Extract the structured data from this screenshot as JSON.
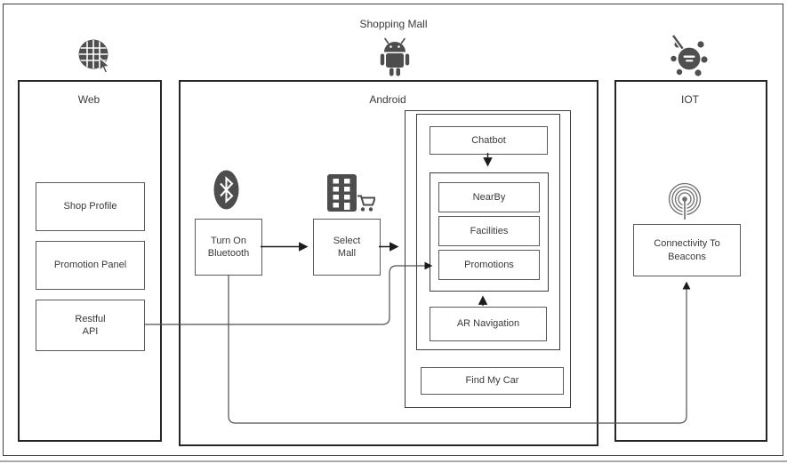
{
  "title": "Shopping Mall",
  "panels": {
    "web": {
      "label": "Web",
      "shop_profile": "Shop Profile",
      "promotion_panel": "Promotion Panel",
      "restful_api": "Restful\nAPI"
    },
    "android": {
      "label": "Android",
      "turn_on_bluetooth": "Turn On\nBluetooth",
      "select_mall": "Select\nMall",
      "chatbot": "Chatbot",
      "nearby": "NearBy",
      "facilities": "Facilities",
      "promotions": "Promotions",
      "ar_navigation": "AR Navigation",
      "find_my_car": "Find My Car"
    },
    "iot": {
      "label": "IOT",
      "connectivity_to_beacons": "Connectivity To\nBeacons"
    }
  },
  "icons": {
    "web": "globe-pointer-icon",
    "android": "android-robot-icon",
    "iot": "iot-hub-icon",
    "bluetooth": "bluetooth-icon",
    "mall": "mall-building-cart-icon",
    "beacon": "beacon-signal-icon"
  },
  "colors": {
    "panel_border": "#262626",
    "box_border": "#5a5a5a",
    "icon_fill": "#4d4d4d",
    "connector": "#4f4f4f",
    "arrow": "#1c1c1c",
    "text": "#383838"
  }
}
